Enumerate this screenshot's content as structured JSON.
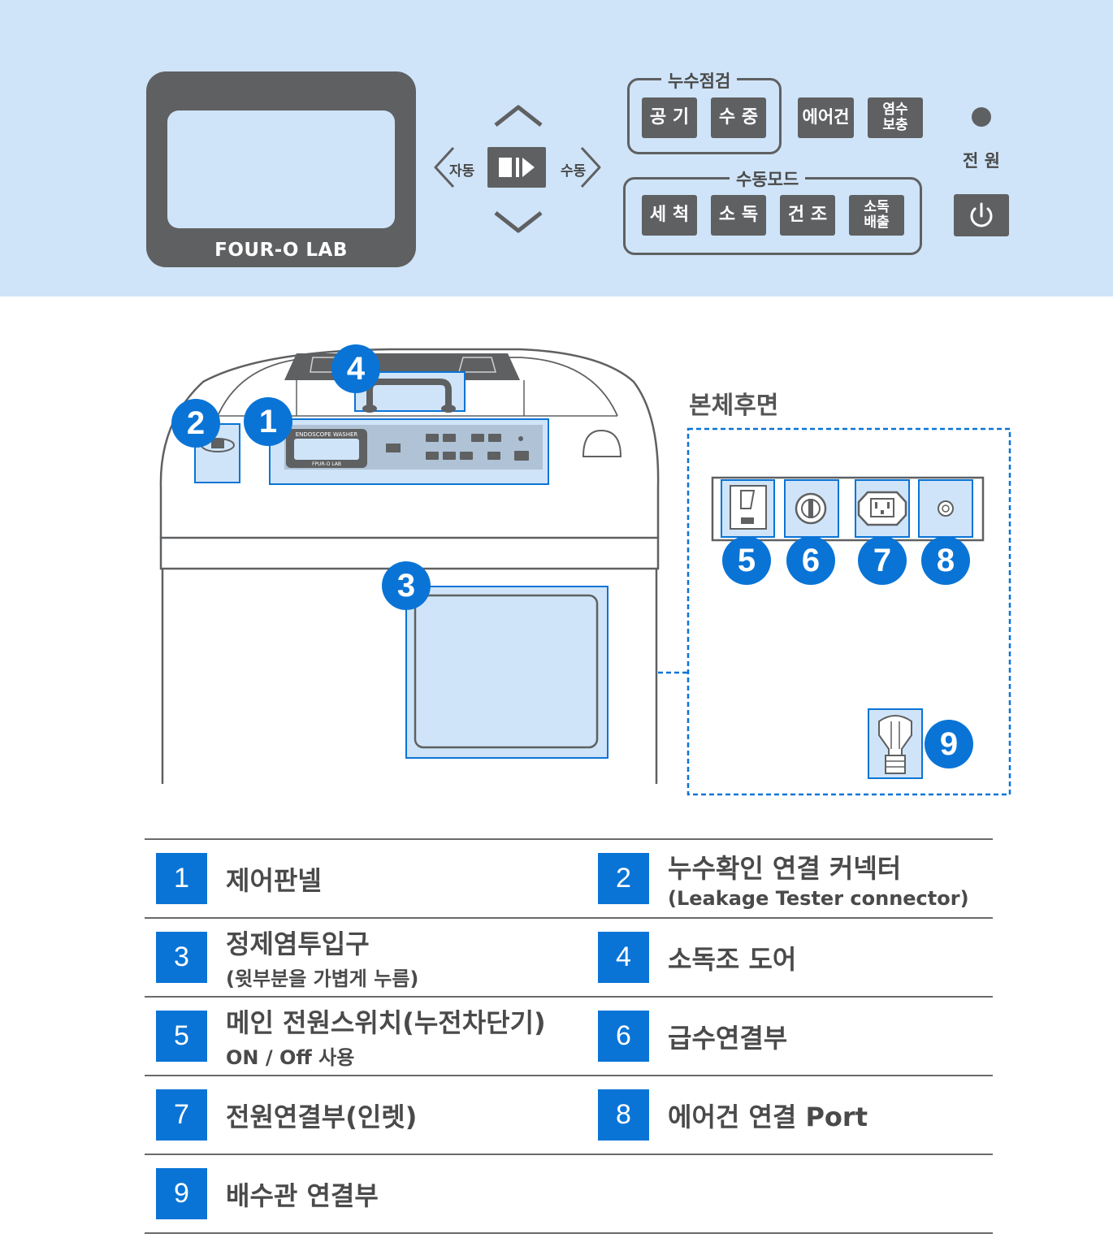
{
  "control_panel": {
    "brand": "FOUR-O LAB",
    "leak_check_title": "누수점검",
    "leak_buttons": [
      "공 기",
      "수 중"
    ],
    "air_gun_button": "에어건",
    "salt_button_line1": "염수",
    "salt_button_line2": "보충",
    "auto_label": "자동",
    "manual_label": "수동",
    "manual_mode_title": "수동모드",
    "manual_buttons": [
      "세 척",
      "소 독",
      "건 조"
    ],
    "disinfect_drain_line1": "소독",
    "disinfect_drain_line2": "배출",
    "power_label": "전 원"
  },
  "diagram": {
    "mini_panel_brand_top": "ENDOSCOPE WASHER",
    "mini_panel_brand_bottom": "FPUR-O LAB",
    "rear_title": "본체후면",
    "badges": [
      "1",
      "2",
      "3",
      "4",
      "5",
      "6",
      "7",
      "8",
      "9"
    ]
  },
  "legend": [
    {
      "num": "1",
      "main": "제어판넬",
      "sub": ""
    },
    {
      "num": "2",
      "main": "누수확인 연결 커넥터",
      "sub": "(Leakage Tester connector)"
    },
    {
      "num": "3",
      "main": "정제염투입구",
      "sub": "(윗부분을 가볍게 누름)"
    },
    {
      "num": "4",
      "main": "소독조 도어",
      "sub": ""
    },
    {
      "num": "5",
      "main": "메인 전원스위치(누전차단기)",
      "sub": "ON / Off 사용"
    },
    {
      "num": "6",
      "main": "급수연결부",
      "sub": ""
    },
    {
      "num": "7",
      "main": "전원연결부(인렛)",
      "sub": ""
    },
    {
      "num": "8",
      "main": "에어건 연결 Port",
      "sub": ""
    },
    {
      "num": "9",
      "main": "배수관 연결부",
      "sub": ""
    }
  ],
  "colors": {
    "panel_bg": "#cfe4f8",
    "button": "#5f6062",
    "accent_blue": "#0a74d6",
    "highlight_fill": "#cfe4f8"
  }
}
